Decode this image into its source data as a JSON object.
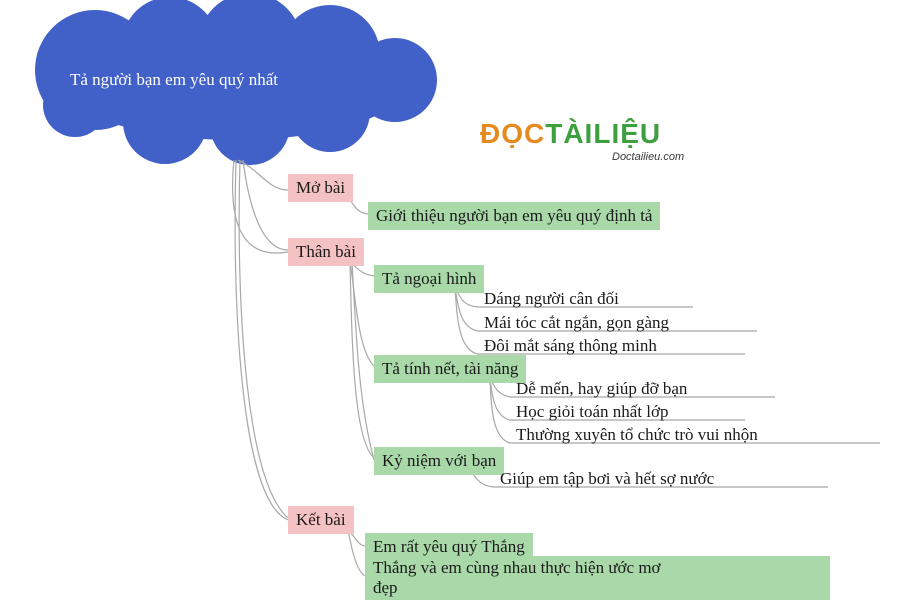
{
  "title": "Tả người bạn em yêu quý nhất",
  "logo": {
    "brand_prefix": "ĐỌC",
    "brand_main": "TÀILIỆU",
    "site": "Doctailieu.com"
  },
  "sections": [
    {
      "label": "Mở bài",
      "children": [
        {
          "label": "Giới thiệu người bạn em yêu quý định tả"
        }
      ]
    },
    {
      "label": "Thân bài",
      "children": [
        {
          "label": "Tả ngoại hình",
          "children": [
            "Dáng người cân đối",
            "Mái tóc cắt ngắn, gọn gàng",
            "Đôi mắt sáng thông minh"
          ]
        },
        {
          "label": "Tả tính nết, tài năng",
          "children": [
            "Dễ mến, hay giúp đỡ bạn",
            "Học giỏi toán nhất lớp",
            "Thường xuyên tổ chức trò vui nhộn"
          ]
        },
        {
          "label": "Kỷ niệm với bạn",
          "children": [
            "Giúp em tập bơi và hết sợ nước"
          ]
        }
      ]
    },
    {
      "label": "Kết bài",
      "children": [
        {
          "label": "Em rất yêu quý Thắng"
        },
        {
          "label_line1": "Thắng và em cùng nhau thực hiện ước mơ",
          "label_line2": "đẹp"
        }
      ]
    }
  ],
  "colors": {
    "cloud": "#4160c8",
    "section": "#f4c2c2",
    "topic": "#a9d8a9",
    "connector": "#a8a8a8"
  }
}
